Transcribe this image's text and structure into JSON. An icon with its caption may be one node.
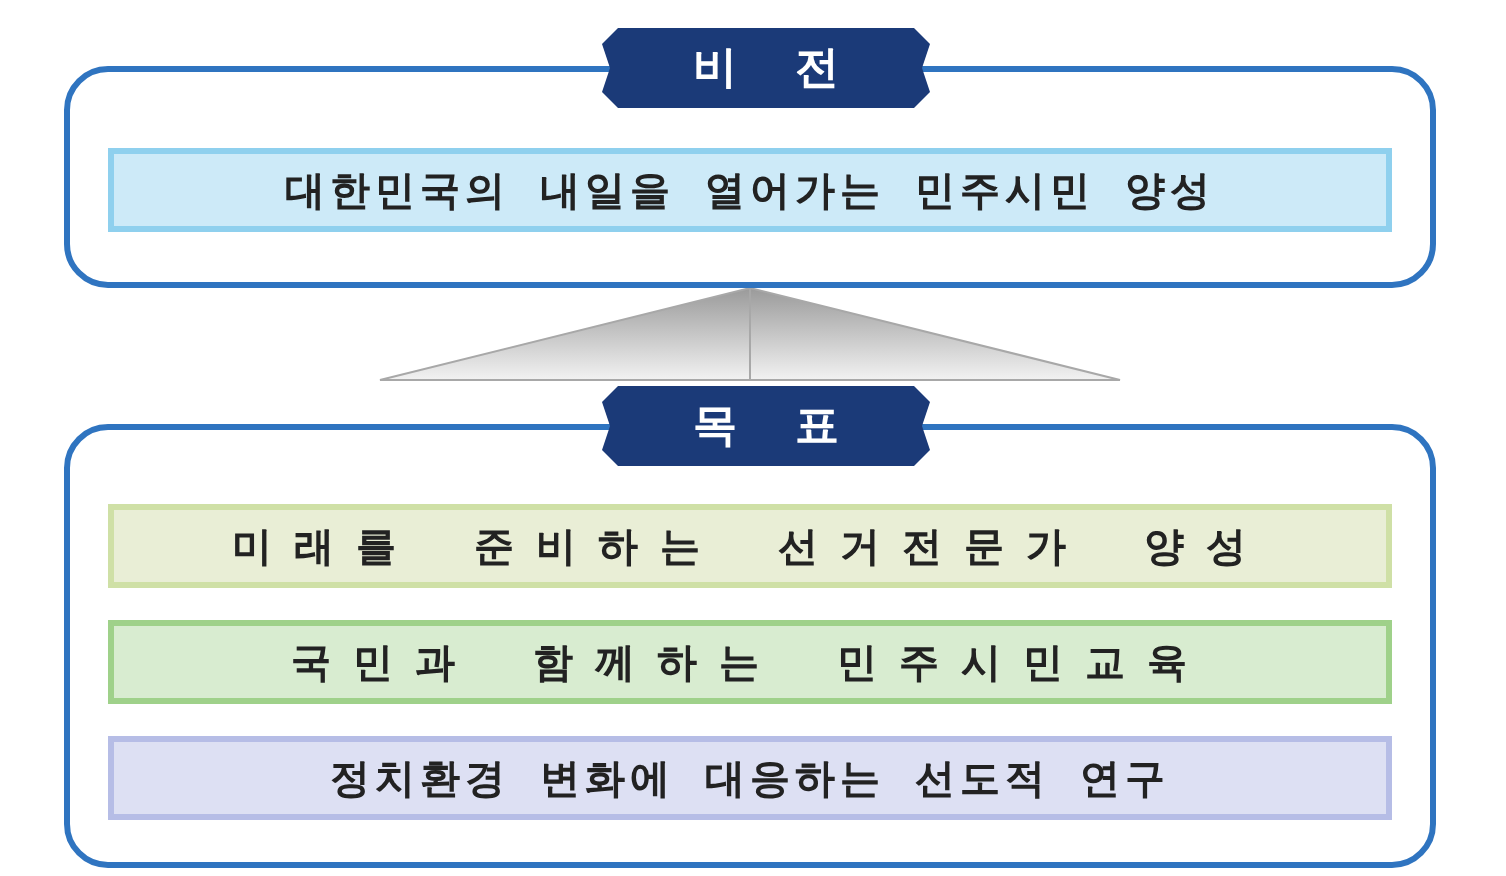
{
  "diagram": {
    "nodes": [
      {
        "text": [
          "비전"
        ]
      },
      {
        "text": [
          "대한민국의 내일을 열어가는 민주시민 양성"
        ],
        "in": 0
      },
      {
        "text": [
          "목표"
        ]
      },
      {
        "text": [
          "미래를 준비하는 선거전문가 양성"
        ],
        "in": 2
      },
      {
        "text": [
          "국민과 함께하는 민주시민교육"
        ],
        "in": 2
      },
      {
        "text": [
          "정치환경 변화에 대응하는 선도적 연구"
        ],
        "in": 2
      }
    ],
    "edges": [
      {
        "from": 2,
        "to": 0,
        "arrow": "none"
      }
    ]
  }
}
